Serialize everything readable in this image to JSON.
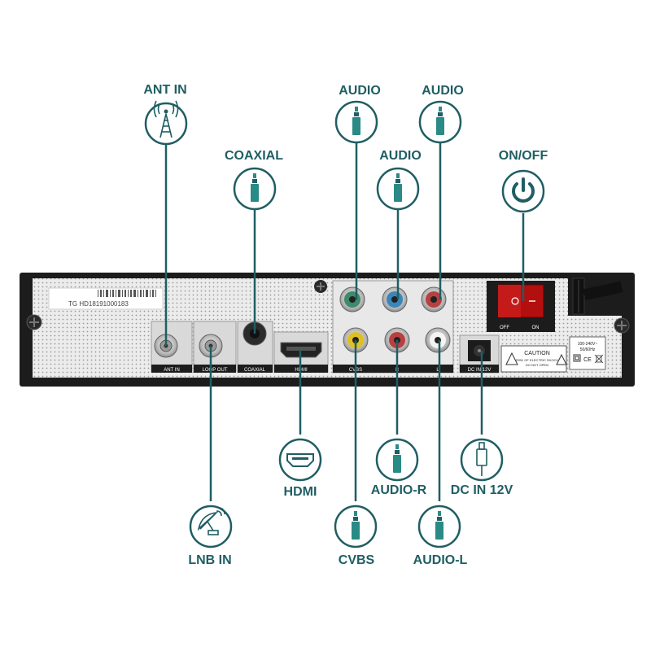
{
  "labels": {
    "ant_in": "ANT IN",
    "coaxial": "COAXIAL",
    "audio_top_left": "AUDIO",
    "audio_top_right": "AUDIO",
    "audio_mid": "AUDIO",
    "on_off": "ON/OFF",
    "hdmi": "HDMI",
    "audio_r": "AUDIO-R",
    "dc_in": "DC IN 12V",
    "lnb_in": "LNB IN",
    "cvbs": "CVBS",
    "audio_l": "AUDIO-L"
  },
  "panel": {
    "serial": "TG HD18191000183",
    "port_ant_in": "ANT IN",
    "port_loop_out": "LOOP OUT",
    "port_coaxial": "COAXIAL",
    "port_hdmi": "HDMI",
    "port_cvbs": "CVBS",
    "port_r": "R",
    "port_l": "L",
    "port_dc": "DC IN 12V",
    "switch_off": "OFF",
    "switch_on": "ON",
    "caution_title": "CAUTION",
    "caution_line1": "RISK OF ELECTRIC SHOCK",
    "caution_line2": "DO NOT OPEN",
    "voltage_line1": "100-240V~",
    "voltage_line2": "50/60Hz"
  },
  "colors": {
    "accent": "#1f5e63",
    "accent_light": "#2a8a85",
    "panel": "#e6e6e6",
    "frame": "#1c1c1c"
  },
  "icons": [
    "antenna-tower-icon",
    "audio-jack-icon",
    "power-icon",
    "hdmi-connector-icon",
    "satellite-dish-icon",
    "dc-plug-icon"
  ]
}
